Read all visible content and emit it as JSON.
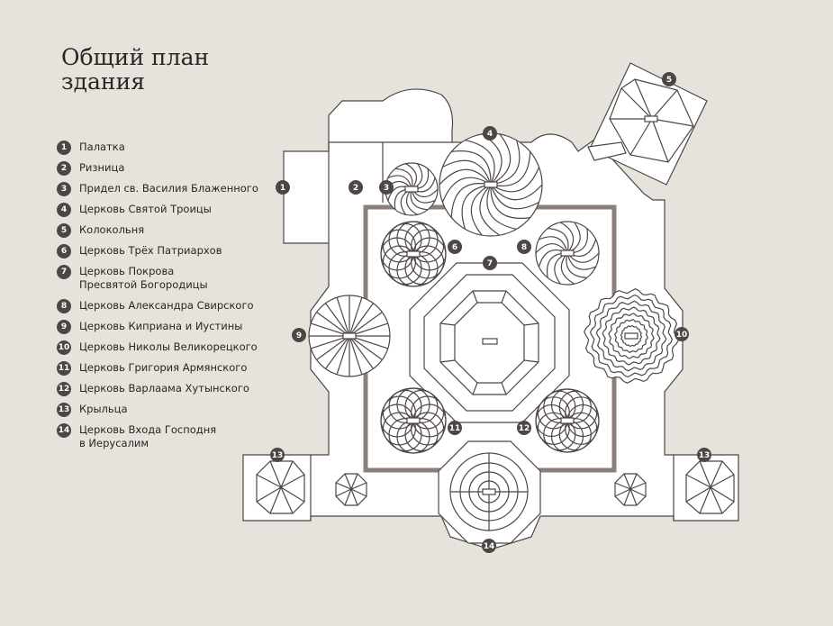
{
  "title": "Общий план\nздания",
  "legend": [
    {
      "num": "1",
      "label": "Палатка"
    },
    {
      "num": "2",
      "label": "Ризница"
    },
    {
      "num": "3",
      "label": "Придел св. Василия Блаженного"
    },
    {
      "num": "4",
      "label": "Церковь Святой Троицы"
    },
    {
      "num": "5",
      "label": "Колокольня"
    },
    {
      "num": "6",
      "label": "Церковь Трёх Патриархов"
    },
    {
      "num": "7",
      "label": "Церковь Покрова\nПресвятой Богородицы"
    },
    {
      "num": "8",
      "label": "Церковь Александра Свирского"
    },
    {
      "num": "9",
      "label": "Церковь Киприана и Иустины"
    },
    {
      "num": "10",
      "label": "Церковь Николы Великорецкого"
    },
    {
      "num": "11",
      "label": "Церковь Григория Армянского"
    },
    {
      "num": "12",
      "label": "Церковь Варлаама Хутынского"
    },
    {
      "num": "13",
      "label": "Крыльца"
    },
    {
      "num": "14",
      "label": "Церковь Входа Господня\nв Иерусалим"
    }
  ],
  "plan_markers": [
    "1",
    "2",
    "3",
    "4",
    "5",
    "6",
    "7",
    "8",
    "9",
    "10",
    "11",
    "12",
    "13",
    "13",
    "14"
  ],
  "colors": {
    "background": "#e6e2dc",
    "fill": "#ffffff",
    "stroke": "#4d4644",
    "wall": "#8d807a",
    "marker": "#4d4644"
  }
}
